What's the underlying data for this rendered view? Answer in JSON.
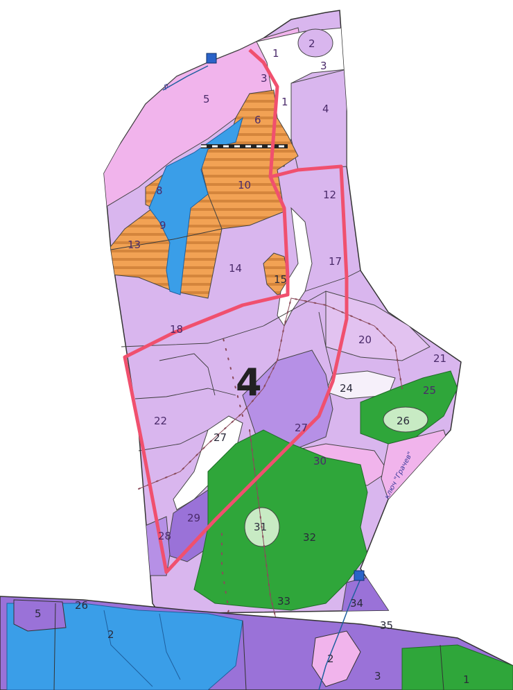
{
  "colors": {
    "background": "#ffffff",
    "light_pink": "#f1b4ec",
    "lilac": "#d9b6ee",
    "violet": "#b690e6",
    "purple": "#9a72d8",
    "forest_green": "#2fa63a",
    "light_green": "#c8ebc4",
    "water_blue": "#3a9ee8",
    "orange": "#f2a254",
    "stripe": "#c97a34",
    "block_outline": "#f0506e",
    "route_line": "#8a4a5a",
    "label_text": "#4a2a6a"
  },
  "markers": [
    {
      "name": "marker-north",
      "type": "square-blue"
    },
    {
      "name": "marker-south",
      "type": "square-blue"
    }
  ],
  "block_number": "4",
  "place_labels": {
    "river_north": "р.",
    "river_south": "ключ \"Грачев\""
  },
  "lots": [
    "1",
    "2",
    "3",
    "3",
    "1",
    "4",
    "5",
    "6",
    "8",
    "10",
    "12",
    "13",
    "9",
    "14",
    "17",
    "15",
    "18",
    "20",
    "21",
    "22",
    "24",
    "25",
    "26",
    "27",
    "27",
    "28",
    "29",
    "30",
    "31",
    "32",
    "33",
    "34",
    "35",
    "5",
    "26",
    "2",
    "2",
    "3",
    "1"
  ]
}
